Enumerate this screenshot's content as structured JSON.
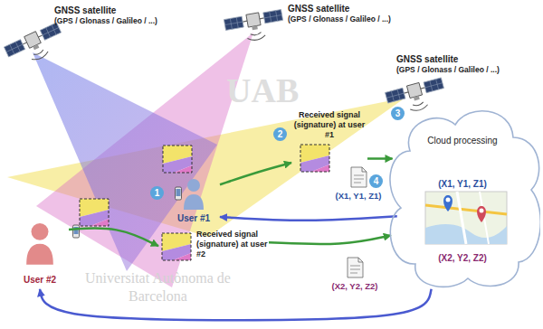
{
  "diagram": {
    "nodes": [
      {
        "text": [
          "GNSS satellite",
          "(GPS / Glonass / Galileo / ...)"
        ]
      },
      {
        "text": [
          "GNSS satellite",
          "(GPS / Glonass / Galileo / ...)"
        ]
      },
      {
        "text": [
          "GNSS satellite",
          "(GPS / Glonass / Galileo / ...)"
        ]
      },
      {
        "text": [
          "Received signal (signature) at user #1"
        ]
      },
      {
        "text": [
          "Cloud processing",
          "(X1, Y1, Z1)",
          "(X2, Y2, Z2)"
        ]
      },
      {
        "text": [
          "User #1"
        ]
      },
      {
        "text": [
          "(X1, Y1, Z1)"
        ]
      },
      {
        "text": [
          "Received signal (signature) at user #2"
        ]
      },
      {
        "text": [
          "User #2"
        ]
      },
      {
        "text": [
          "(X2, Y2, Z2)"
        ]
      }
    ],
    "edges": [
      {
        "from": 5,
        "to": 3,
        "arrow": "to"
      },
      {
        "from": 3,
        "to": 4,
        "arrow": "to"
      },
      {
        "from": 8,
        "to": 7,
        "arrow": "to"
      },
      {
        "from": 7,
        "to": 4,
        "arrow": "to"
      },
      {
        "from": 4,
        "to": 5,
        "arrow": "to"
      },
      {
        "from": 4,
        "to": 8,
        "arrow": "to"
      }
    ],
    "labels": [
      "1",
      "2",
      "3",
      "4",
      "UAB",
      "Universitat Autònoma de Barcelona"
    ]
  }
}
